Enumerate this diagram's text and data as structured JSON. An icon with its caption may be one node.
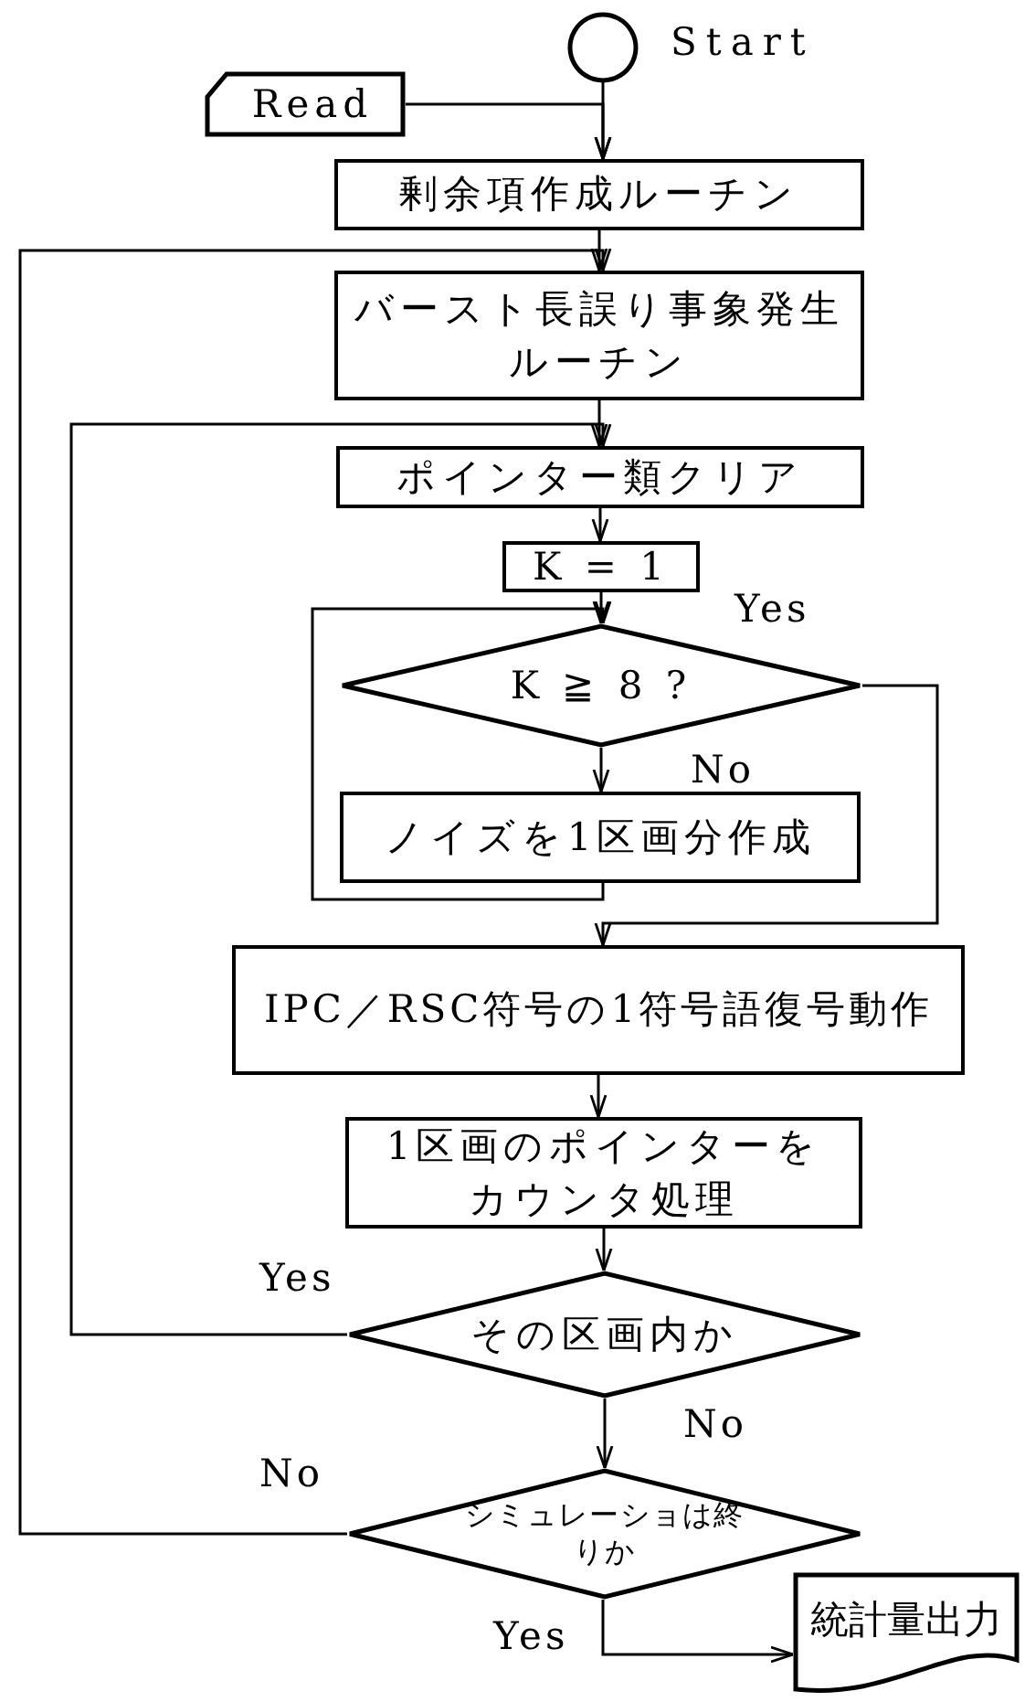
{
  "diagram": {
    "nodes": [
      {
        "text": [],
        "shape": "circle",
        "beside": [
          "Start"
        ]
      },
      {
        "text": [
          "Read"
        ]
      },
      {
        "text": [
          "剰余項作成ルーチン"
        ]
      },
      {
        "text": [
          "バースト長誤り事象発生ルーチン"
        ]
      },
      {
        "text": [
          "ポインター類クリア"
        ]
      },
      {
        "text": [
          "K = 1"
        ]
      },
      {
        "text": [
          "K ≧ 8 ?"
        ]
      },
      {
        "text": [
          "ノイズを1区画分作成"
        ]
      },
      {
        "text": [
          "IPC／RSC符号の1符号語復号動作"
        ]
      },
      {
        "text": [
          "1区画のポインターをカウンタ処理"
        ]
      },
      {
        "text": [
          "その区画内か"
        ]
      },
      {
        "text": [
          "シミュレーショは終りか"
        ]
      },
      {
        "text": [
          "統計量出力"
        ]
      }
    ],
    "edges": [
      {
        "from": 0,
        "to": 2,
        "arrow": "to"
      },
      {
        "from": 1,
        "to": 2,
        "arrow": "to"
      },
      {
        "from": 2,
        "to": 3,
        "arrow": "to"
      },
      {
        "from": 3,
        "to": 4,
        "arrow": "to"
      },
      {
        "from": 4,
        "to": 5,
        "arrow": "to"
      },
      {
        "from": 5,
        "to": 6,
        "arrow": "to"
      },
      {
        "from": 6,
        "to": 7,
        "arrow": "to",
        "label": "No"
      },
      {
        "from": 7,
        "to": 6,
        "arrow": "to"
      },
      {
        "from": 6,
        "to": 8,
        "arrow": "to",
        "label": "Yes"
      },
      {
        "from": 8,
        "to": 9,
        "arrow": "to"
      },
      {
        "from": 9,
        "to": 10,
        "arrow": "to"
      },
      {
        "from": 10,
        "to": 4,
        "arrow": "to",
        "label": "Yes"
      },
      {
        "from": 10,
        "to": 11,
        "arrow": "to",
        "label": "No"
      },
      {
        "from": 11,
        "to": 3,
        "arrow": "to",
        "label": "No"
      },
      {
        "from": 11,
        "to": 12,
        "arrow": "to",
        "label": "Yes"
      }
    ]
  }
}
